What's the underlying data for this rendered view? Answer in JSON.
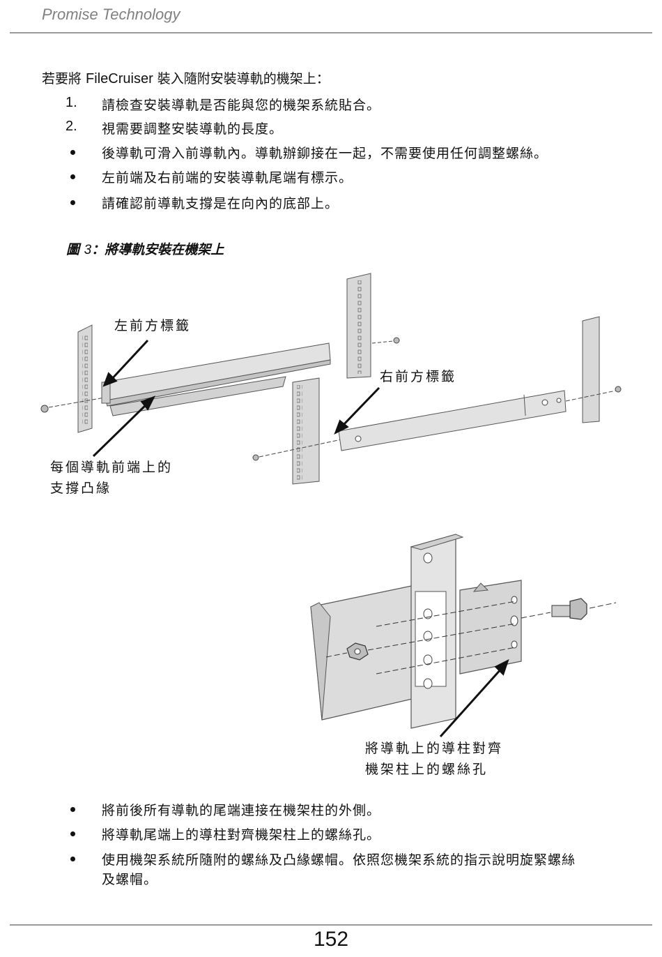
{
  "header": {
    "brand": "Promise Technology"
  },
  "intro": {
    "prefix": "若要將 ",
    "product": "FileCruiser",
    "suffix": " 裝入隨附安裝導軌的機架上："
  },
  "steps": [
    {
      "num": "1.",
      "text": "請檢查安裝導軌是否能與您的機架系統貼合。"
    },
    {
      "num": "2.",
      "text": "視需要調整安裝導軌的長度。"
    }
  ],
  "notes": [
    "後導軌可滑入前導軌內。導軌辦鉚接在一起，不需要使用任何調整螺絲。",
    "左前端及右前端的安裝導軌尾端有標示。",
    "請確認前導軌支撐是在向內的底部上。"
  ],
  "figure": {
    "label_prefix": "圖 ",
    "label_number": "3",
    "label_title": "：將導軌安裝在機架上",
    "callouts": {
      "left_front_label": "左前方標籤",
      "right_front_label": "右前方標籤",
      "support_flange_line1": "每個導軌前端上的",
      "support_flange_line2": "支撐凸緣",
      "guide_post_line1": "將導軌上的導柱對齊",
      "guide_post_line2": "機架柱上的螺絲孔"
    }
  },
  "final_steps": [
    "將前後所有導軌的尾端連接在機架柱的外側。",
    "將導軌尾端上的導柱對齊機架柱上的螺絲孔。",
    "使用機架系統所隨附的螺絲及凸緣螺帽。依照您機架系統的指示說明旋緊螺絲",
    "及螺帽。"
  ],
  "footer": {
    "page_number": "152"
  }
}
